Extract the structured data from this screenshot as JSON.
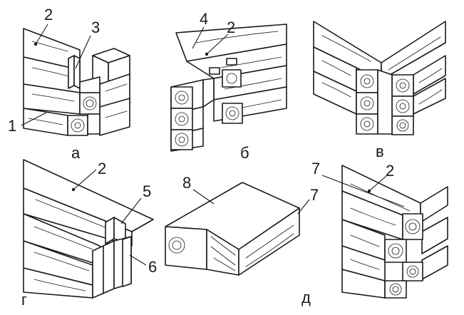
{
  "figure": {
    "panels": [
      {
        "id": "a",
        "caption": "а",
        "callouts": [
          "2",
          "3",
          "1"
        ]
      },
      {
        "id": "b",
        "caption": "б",
        "callouts": [
          "4",
          "2"
        ]
      },
      {
        "id": "v",
        "caption": "в",
        "callouts": []
      },
      {
        "id": "g",
        "caption": "г",
        "callouts": [
          "2",
          "5",
          "6"
        ]
      },
      {
        "id": "d",
        "caption": "д",
        "callouts": [
          "8",
          "7"
        ]
      },
      {
        "id": "e",
        "caption": "",
        "callouts": [
          "7",
          "2"
        ]
      }
    ]
  },
  "labels": {
    "a_caption": "а",
    "a_2": "2",
    "a_3": "3",
    "a_1": "1",
    "b_caption": "б",
    "b_4": "4",
    "b_2": "2",
    "v_caption": "в",
    "g_caption": "г",
    "g_2": "2",
    "g_5": "5",
    "g_6": "6",
    "d_caption": "д",
    "d_8": "8",
    "d_7": "7",
    "e_7": "7",
    "e_2": "2"
  },
  "colors": {
    "ink": "#1a1a1a",
    "background": "#ffffff"
  }
}
